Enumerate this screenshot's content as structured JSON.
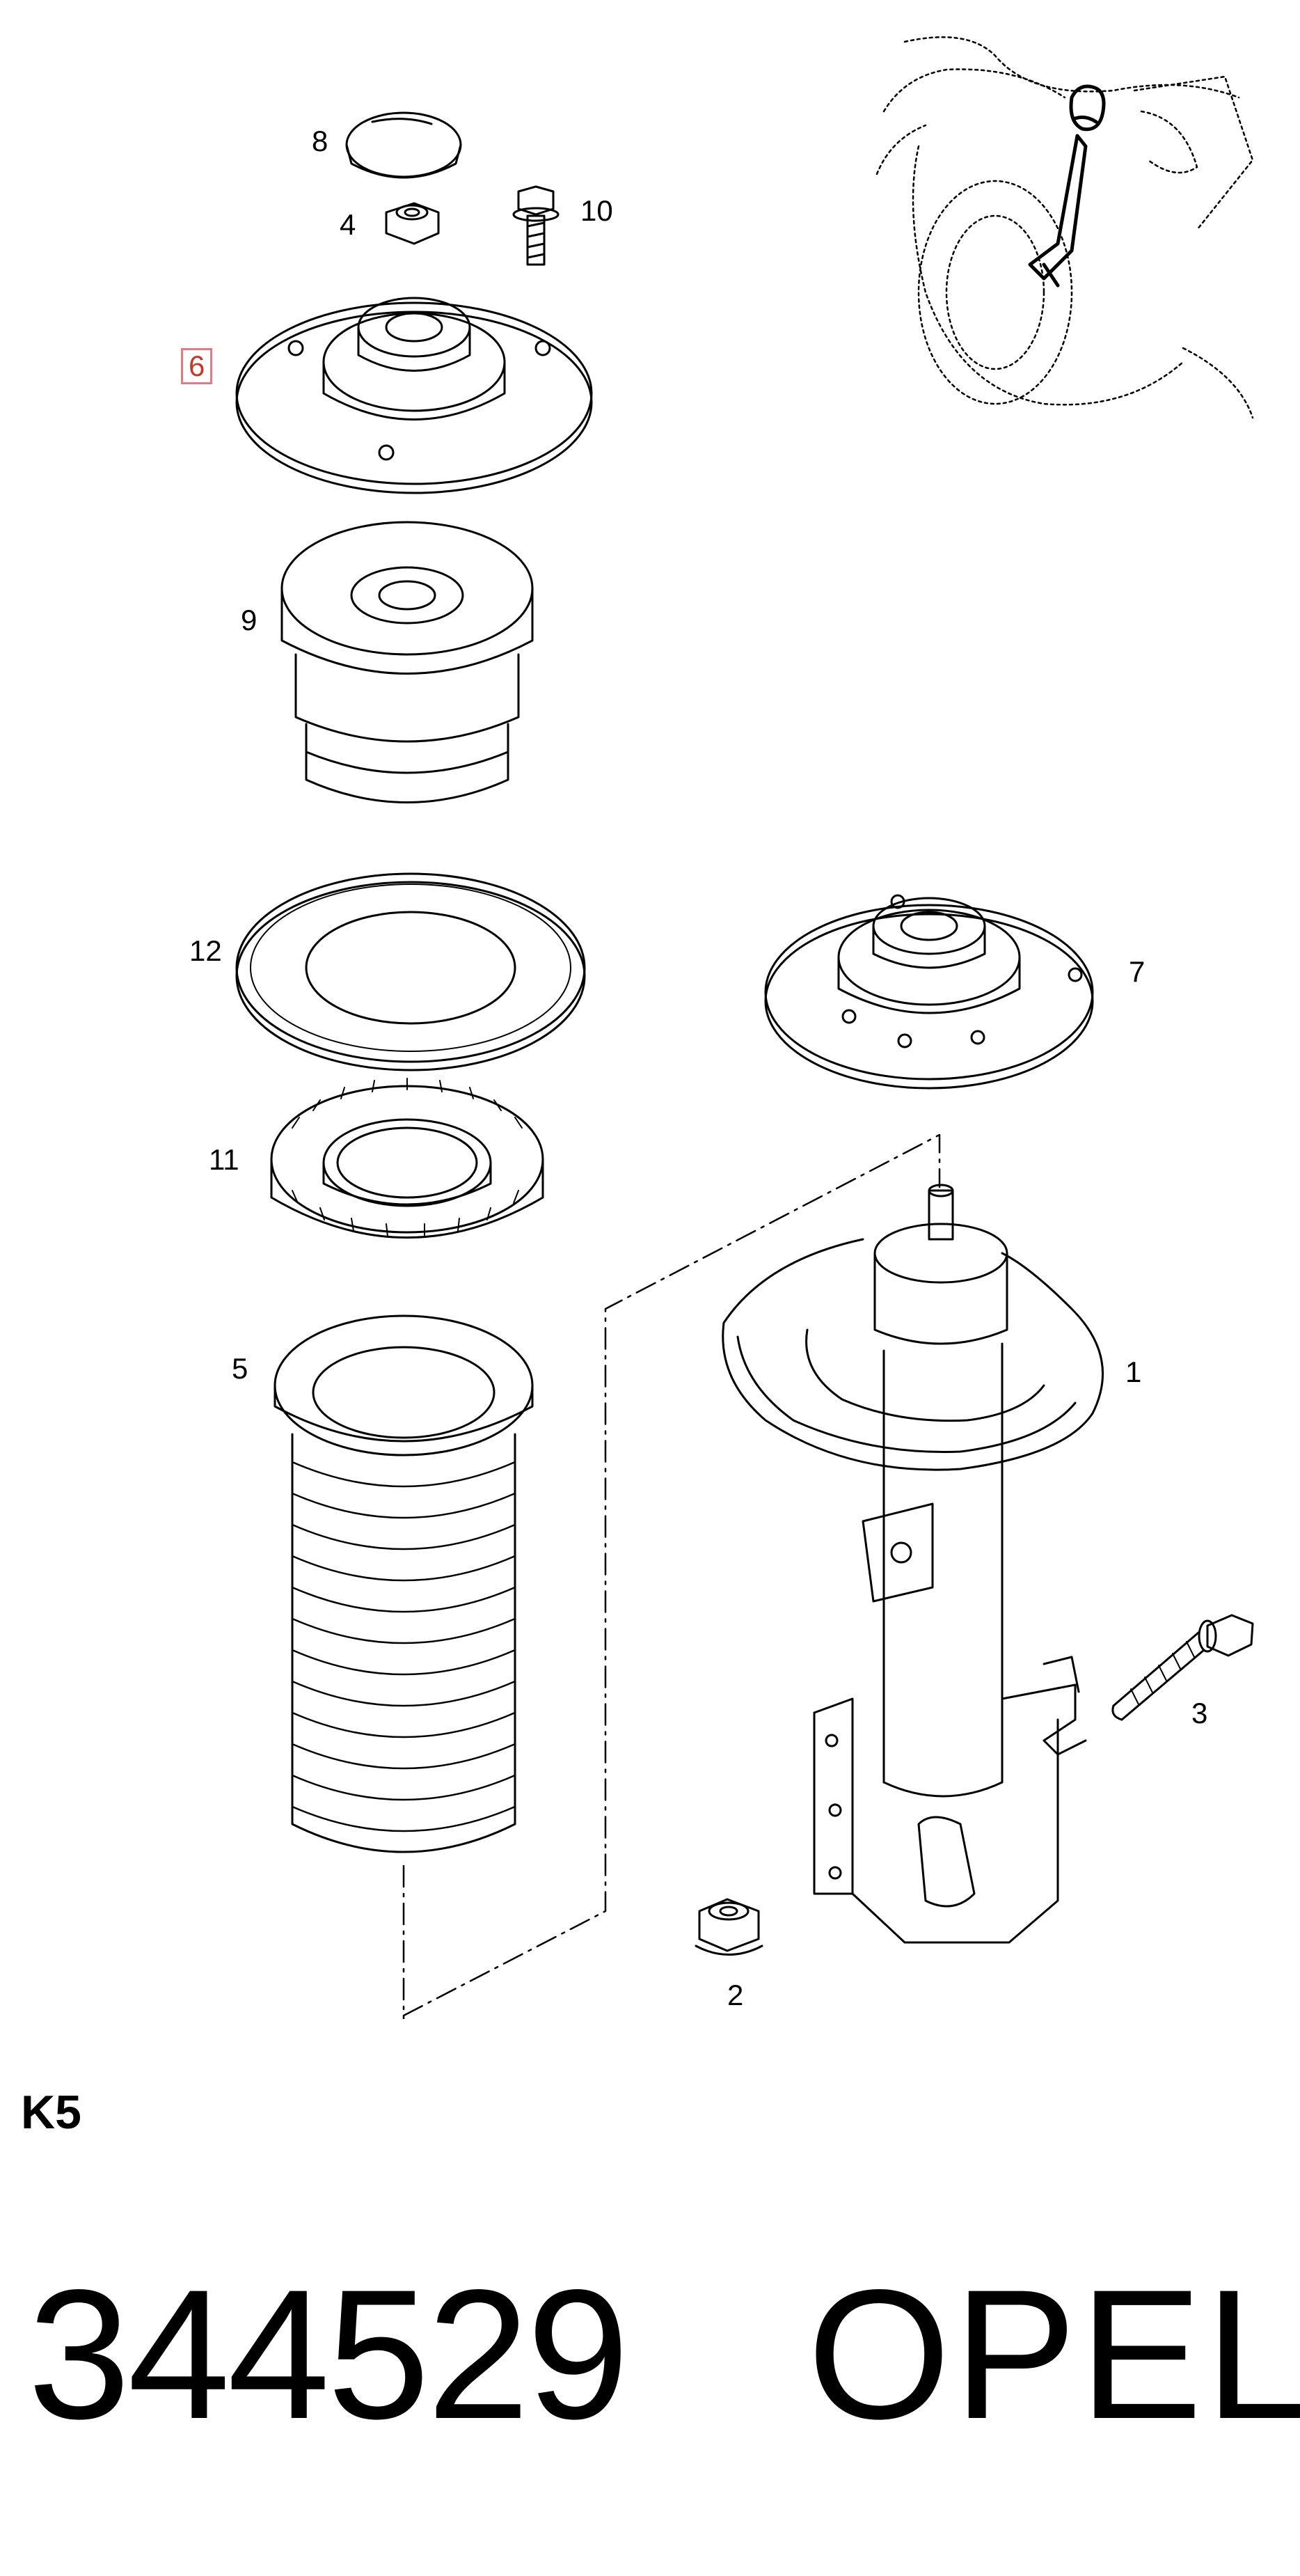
{
  "diagram": {
    "callouts": [
      {
        "label": "8"
      },
      {
        "label": "4"
      },
      {
        "label": "10"
      },
      {
        "label": "6",
        "highlighted": true
      },
      {
        "label": "9"
      },
      {
        "label": "12"
      },
      {
        "label": "7"
      },
      {
        "label": "11"
      },
      {
        "label": "5"
      },
      {
        "label": "1"
      },
      {
        "label": "3"
      },
      {
        "label": "2"
      }
    ],
    "highlight_color": "#e07b86",
    "line_color": "#000000"
  },
  "section_code": "K5",
  "part_number": "344529",
  "brand": "OPEL"
}
